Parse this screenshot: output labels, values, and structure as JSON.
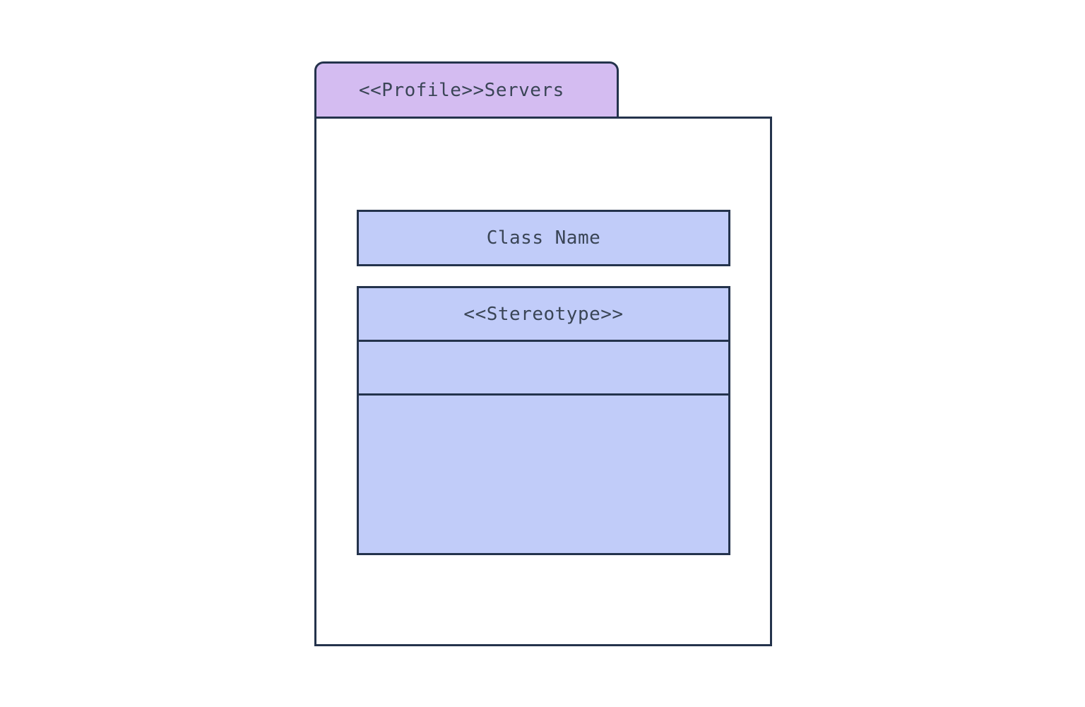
{
  "diagram": {
    "type": "uml-profile-diagram",
    "profile_tab": {
      "label": "<<Profile>>Servers"
    },
    "class_box": {
      "label": "Class Name"
    },
    "stereotype_box": {
      "header_label": "<<Stereotype>>",
      "compartments": [
        {
          "name": "attributes",
          "content": ""
        },
        {
          "name": "operations",
          "content": ""
        }
      ]
    },
    "colors": {
      "tab_fill": "#d4bcf1",
      "box_fill": "#c1ccf9",
      "border": "#24334c",
      "text": "#3a4556",
      "background": "#ffffff"
    }
  }
}
